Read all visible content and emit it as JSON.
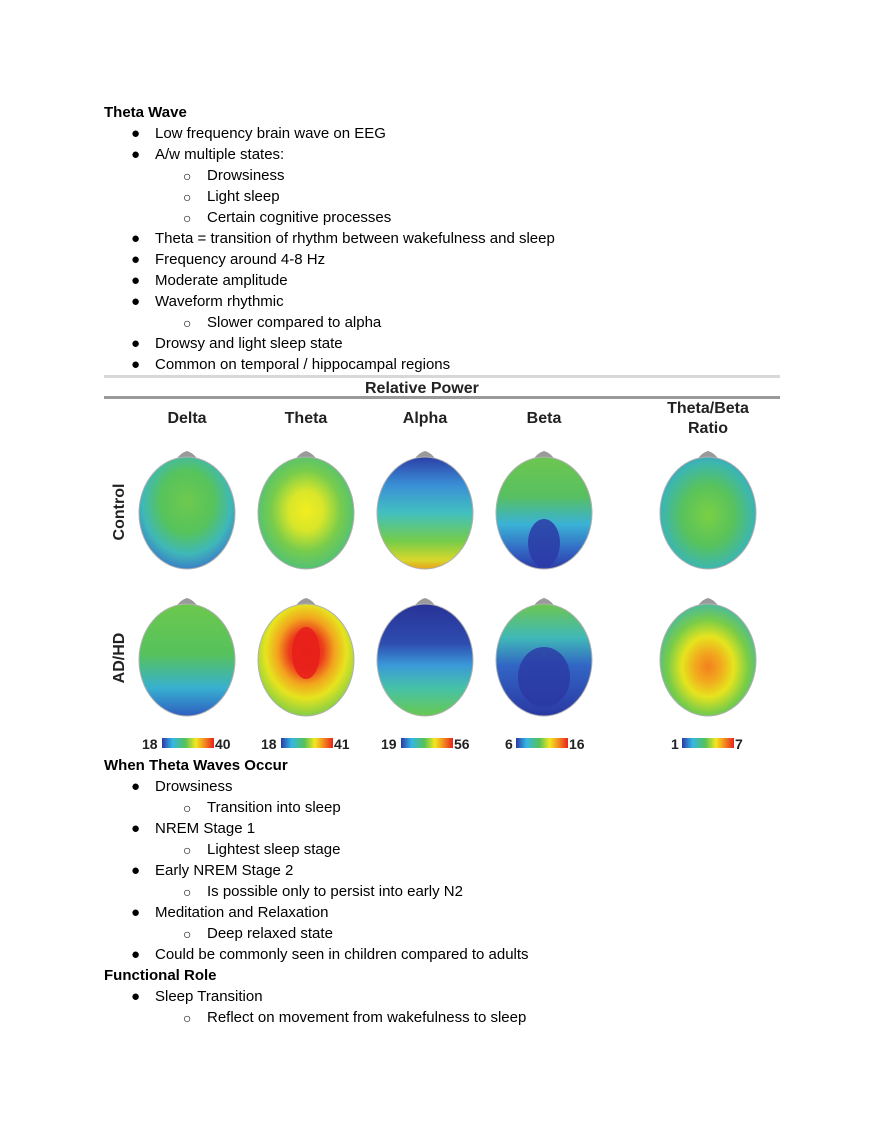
{
  "sections": [
    {
      "heading": "Theta Wave",
      "items": [
        {
          "level": 1,
          "text": "Low frequency brain wave on EEG"
        },
        {
          "level": 1,
          "text": "A/w multiple states:"
        },
        {
          "level": 2,
          "text": "Drowsiness"
        },
        {
          "level": 2,
          "text": "Light sleep"
        },
        {
          "level": 2,
          "text": "Certain cognitive processes"
        },
        {
          "level": 1,
          "text": "Theta = transition of rhythm between wakefulness and sleep"
        },
        {
          "level": 1,
          "text": "Frequency around 4-8 Hz"
        },
        {
          "level": 1,
          "text": "Moderate amplitude"
        },
        {
          "level": 1,
          "text": "Waveform rhythmic"
        },
        {
          "level": 2,
          "text": "Slower compared to alpha"
        },
        {
          "level": 1,
          "text": "Drowsy and light sleep state"
        },
        {
          "level": 1,
          "text": "Common on temporal / hippocampal regions"
        }
      ]
    },
    {
      "heading": "When Theta Waves Occur",
      "items": [
        {
          "level": 1,
          "text": "Drowsiness"
        },
        {
          "level": 2,
          "text": "Transition into sleep"
        },
        {
          "level": 1,
          "text": "NREM Stage 1"
        },
        {
          "level": 2,
          "text": "Lightest sleep stage"
        },
        {
          "level": 1,
          "text": "Early NREM Stage 2"
        },
        {
          "level": 2,
          "text": "Is possible only to persist into early N2"
        },
        {
          "level": 1,
          "text": "Meditation and Relaxation"
        },
        {
          "level": 2,
          "text": "Deep relaxed state"
        },
        {
          "level": 1,
          "text": "Could be commonly seen in children compared to adults"
        }
      ]
    },
    {
      "heading": "Functional Role",
      "items": [
        {
          "level": 1,
          "text": "Sleep Transition"
        },
        {
          "level": 2,
          "text": "Reflect on movement from wakefulness to sleep"
        }
      ]
    }
  ],
  "bullets": {
    "level1": "●",
    "level2": "○"
  },
  "figure": {
    "title": "Relative Power",
    "columns": [
      "Delta",
      "Theta",
      "Alpha",
      "Beta"
    ],
    "ratio_column": [
      "Theta/Beta",
      "Ratio"
    ],
    "rows": [
      "Control",
      "AD/HD"
    ],
    "scales": [
      {
        "min": "18",
        "max": "40"
      },
      {
        "min": "18",
        "max": "41"
      },
      {
        "min": "19",
        "max": "56"
      },
      {
        "min": "6",
        "max": "16"
      },
      {
        "min": "1",
        "max": "7"
      }
    ],
    "colors": {
      "blue": "#2b3aa8",
      "cyan": "#34b6e4",
      "green": "#55c25a",
      "yellow": "#f2e81e",
      "orange": "#f28a1e",
      "red": "#e8241c"
    }
  }
}
